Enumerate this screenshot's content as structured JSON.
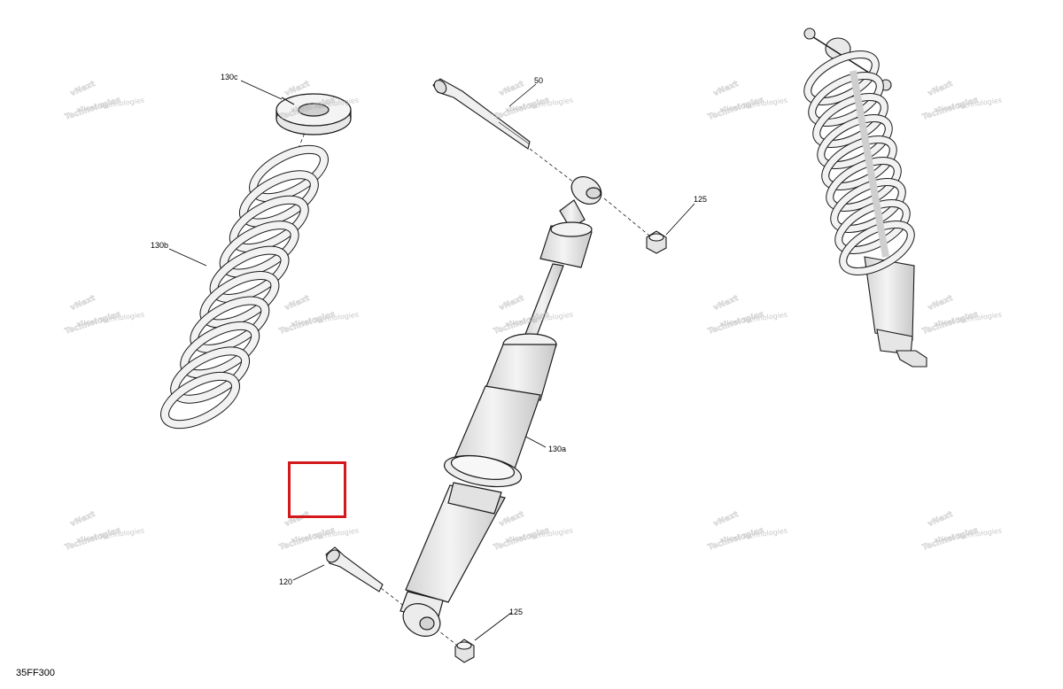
{
  "figure_code": "35FF300",
  "callouts": {
    "c130c": "130c",
    "c50": "50",
    "c125_top": "125",
    "c130b": "130b",
    "c130a": "130a",
    "c120": "120",
    "c125_bottom": "125"
  },
  "watermark": {
    "line1": "vNext Technologies",
    "line2": "vNext",
    "line3": "Technologies"
  },
  "colors": {
    "highlight": "#d4191c",
    "part_fill": "#ececec",
    "part_stroke": "#1a1a1a"
  }
}
